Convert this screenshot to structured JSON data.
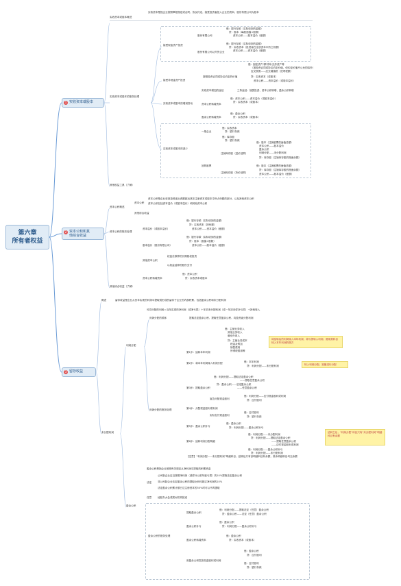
{
  "root": {
    "line1": "第六章",
    "line2": "所有者权益"
  },
  "branches": {
    "b1": {
      "num": "1",
      "label": "实收资本或股本"
    },
    "b2": {
      "num": "2",
      "label": "资本公积和其他综合收益",
      "line1": "资本公积和其",
      "line2": "他综合收益"
    },
    "b3": {
      "num": "3",
      "label": "留存收益"
    }
  },
  "s1": {
    "def": "实收资本或股本概述",
    "def_text": "实收资本是指企业按照章程规定或合同、协议约定，接受投资者投入企业的资本；股份有限公司为股本",
    "acct": "实收资本或股本的账务处理",
    "acct_increase": "接受现金资产投资",
    "group1_a": "借：银行存款（实际收到的金额）",
    "group1_b": "贷：股本（每股面值×股数）",
    "group1_c": "资本公积——股本溢价（差额）",
    "group1_label": "股份有限公司",
    "group2_a": "借：银行存款（实际收到的金额）",
    "group2_b": "贷：实收资本（投资者在注册资本中所占份额）",
    "group2_c": "资本公积——资本溢价（差额）",
    "group2_label": "股份有限公司以外的企业",
    "noncash": "接受非现金资产投资",
    "noncash_a": "借：固定资产/原材料/无形资产等",
    "noncash_b": "（按投资合同或协议约定价值，但约定价值不公允的除外）",
    "noncash_c": "应交税费——应交增值税（进项税额）",
    "noncash_d": "贷：实收资本（或股本）",
    "noncash_e": "资本公积——资本溢价（或股本溢价）",
    "noncash_label": "按照投资合同或协议约定的价值",
    "inc_dec": "实收资本或股本的增减变动",
    "inc_reason": "实收资本增加的途径",
    "inc_reason_text": "三条途径：接受投资、资本公积转增、盈余公积转增",
    "inc1_a": "借：资本公积——资本溢价（或股本溢价）",
    "inc1_b": "贷：实收资本（或股本）",
    "inc1_label": "资本公积转增资本",
    "inc2_a": "借：盈余公积",
    "inc2_b": "贷：实收资本（或股本）",
    "inc2_label": "盈余公积转增资本",
    "dec": "实收资本或股本的减少",
    "dec1_label": "一般企业",
    "dec1_a": "借：实收资本",
    "dec1_b": "贷：银行存款",
    "dec2_label": "回购股票",
    "dec2_a": "借：库存股",
    "dec2_b": "贷：银行存款",
    "dec3_label": "注销库存股（溢价回购）",
    "dec3_a": "借：股本（注销股票的面值总额）",
    "dec3_b": "资本公积——股本溢价",
    "dec3_c": "盈余公积",
    "dec3_d": "利润分配——未分配利润",
    "dec3_e": "贷：库存股（注销库存股的账面余额）",
    "dec4_label": "注销库存股（折价回购）",
    "dec4_a": "借：股本（注销股票的面值总额）",
    "dec4_b": "贷：库存股（注销库存股的账面余额）",
    "dec4_c": "资本公积——股本溢价（差额）",
    "other": "其他权益工具（了解）"
  },
  "s2": {
    "overview": "资本公积概述",
    "overview_a": "资本公积",
    "overview_text1": "资本公积是企业收到投资者出资额超出其在注册资本或股本中所占份额的部分，以及其他资本公积",
    "overview_text2": "资本公积包括资本溢价（或股本溢价）和其他资本公积",
    "other_ci": "其他综合收益",
    "acct": "资本公积的账务处理",
    "premium": "资本溢价（或股本溢价）",
    "premium_a": "借：银行存款（实际收到的金额）",
    "premium_b": "贷：实收资本（按份额）",
    "premium_c": "资本公积——资本溢价（差额）",
    "share_prem": "股本溢价（股份有限公司）",
    "share_prem_a": "借：银行存款（实际收到的金额）",
    "share_prem_b": "贷：股本（面值×股数）",
    "share_prem_c": "资本公积——股本溢价（差额）",
    "other_cap": "其他资本公积",
    "other_cap_a": "权益法核算的长期股权投资",
    "other_cap_b": "以权益结算的股份支付",
    "convert": "资本公积转增资本",
    "convert_a": "借：资本公积",
    "convert_b": "贷：实收资本或股本",
    "other2": "其他综合收益（了解）"
  },
  "s3": {
    "overview": "概述",
    "overview_text": "留存收益是企业从历年实现的利润中提取或形成的留存于企业的内部积累，包括盈余公积和未分配利润",
    "undist": "未分配利润",
    "undist_note": "可供分配的利润＝当年实现的净利润（或净亏损）＋年初未分配利润（或－年初未弥补亏损）＋其他转入",
    "profit_dist": "利润分配",
    "profit_order": "利润分配的顺序",
    "order_a": "提取法定盈余公积、提取任意盈余公积、向投资者分配利润",
    "acct": "利润分配的账务处理",
    "step1": "第1步：结转本年利润",
    "step1_a": "借：主营业务收入",
    "step1_b": "其他业务收入",
    "step1_c": "营业外收入",
    "step1_d": "贷：主营业务成本",
    "step1_e": "税金及附加",
    "step1_f": "销售费用",
    "step1_g": "所得税费用等",
    "step2": "第2步：将本年利润转入利润分配",
    "step2_a": "借：本年利润",
    "step2_b": "贷：利润分配——未分配利润",
    "step3": "第3步：提取盈余公积",
    "step3_a": "借：利润分配——提取法定盈余公积",
    "step3_b": "——提取任意盈余公积",
    "step3_c": "贷：盈余公积——法定盈余公积",
    "step3_d": "——任意盈余公积",
    "step4": "第4步：分配现金股利或利润",
    "step4_a": "借：利润分配——应付现金股利或利润",
    "step4_b": "贷：应付股利",
    "step4_label": "宣告分配现金股利",
    "step4_c": "实际支付现金股利",
    "step4_d": "借：应付股利",
    "step4_e": "贷：银行存款",
    "step5": "第5步：盈余公积补亏",
    "step5_a": "借：盈余公积",
    "step5_b": "贷：利润分配——盈余公积补亏",
    "step6": "第6步：结转利润分配明细",
    "step6_a": "借：利润分配——未分配利润",
    "step6_b": "贷：利润分配——提取法定盈余公积",
    "step6_c": "——提取任意盈余公积",
    "step6_d": "——应付现金股利或利润",
    "step6_e": "借：利润分配——盈余公积补亏",
    "step6_f": "贷：利润分配——未分配利润",
    "tip": "【注意】“利润分配——未分配利润”明细科目，结转后只有该明细科目有余额，其余明细科目均无余额",
    "note1": "将结转后的利润转入本年利润，将亏损转入利润，费用类科目转入本年利润的借方",
    "note2": "转入利润分配，准备进行分配",
    "note3": "结转之后，“利润分配”科目只有“未分配利润”明细科目有余额",
    "surplus": "盈余公积",
    "surplus_def": "盈余公积是指企业按照有关规定从净利润中提取的积累资金",
    "legal": "法定",
    "legal_a": "公司制企业应当按照净利润（减弥补以前年度亏损）的10%提取法定盈余公积",
    "legal_b": "法定盈余公积累计额已达注册资本的50%时可以不再提取",
    "legal_c": "非公司制企业法定盈余公积的提取比例可超过净利润的10%",
    "any": "任意",
    "any_a": "经股东大会或类似机构批准",
    "surplus_acct": "盈余公积的账务处理",
    "sp1_label": "提取盈余公积",
    "sp1_a": "借：利润分配——提取法定（任意）盈余公积",
    "sp1_b": "贷：盈余公积——法定（任意）盈余公积",
    "sp2_label": "盈余公积补亏",
    "sp2_a": "借：盈余公积",
    "sp2_b": "贷：利润分配——盈余公积补亏",
    "sp3_label": "盈余公积转增资本",
    "sp3_a": "借：盈余公积",
    "sp3_b": "贷：实收资本（或股本）",
    "sp4_label": "用盈余公积发放现金股利或利润",
    "sp4_a": "借：盈余公积",
    "sp4_b": "贷：应付股利",
    "sp5_a": "借：应付股利",
    "sp5_b": "贷：银行存款"
  }
}
